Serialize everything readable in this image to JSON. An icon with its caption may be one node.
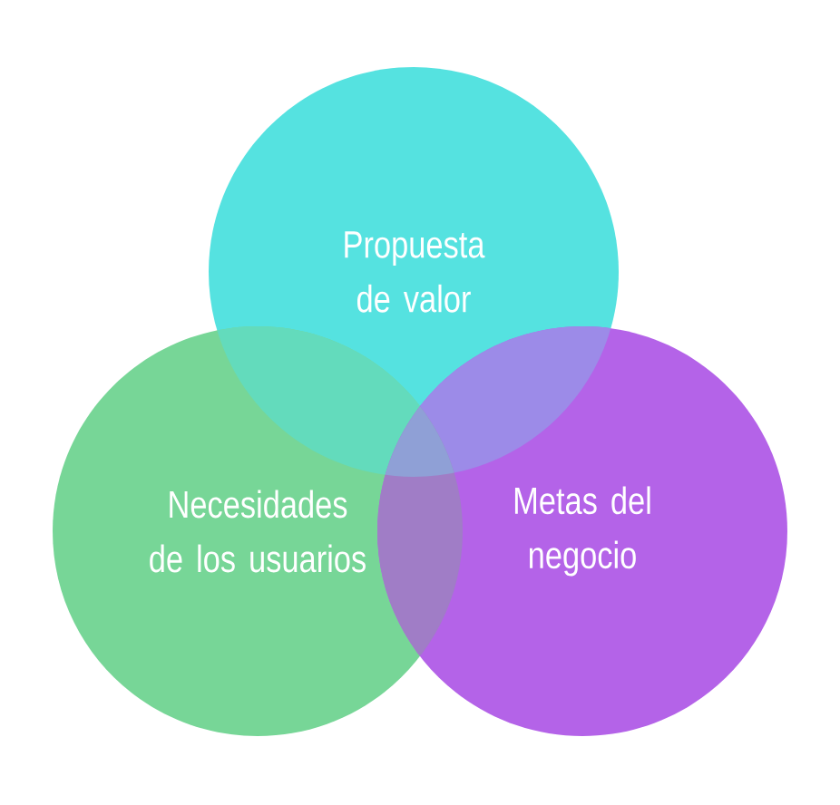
{
  "diagram": {
    "nodes": [
      {
        "text": [
          "Propuesta de valor"
        ]
      },
      {
        "text": [
          "Necesidades de los usuarios"
        ]
      },
      {
        "text": [
          "Metas del negocio"
        ]
      }
    ]
  }
}
